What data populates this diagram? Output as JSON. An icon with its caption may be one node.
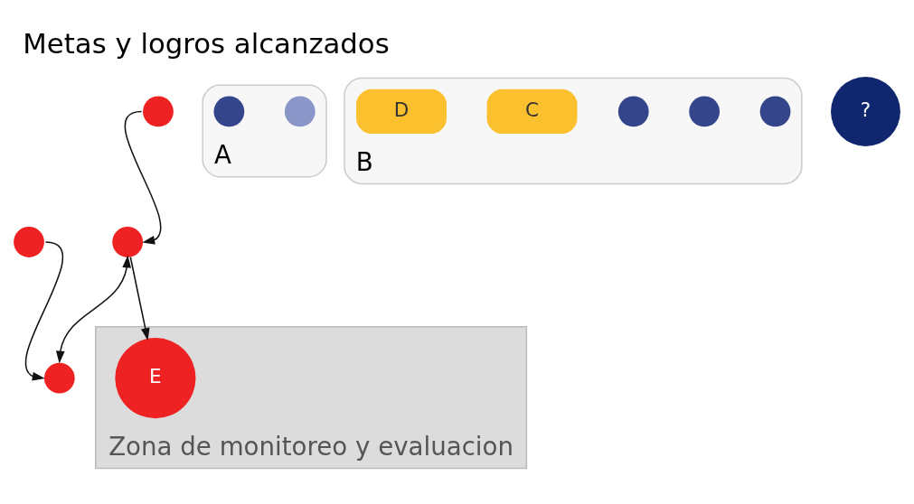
{
  "diagram": {
    "title": "Metas y logros alcanzados",
    "nodes": [
      {
        "text": [
          "Zona de monitoreo y evaluacion"
        ]
      },
      {
        "text": [
          "A"
        ]
      },
      {
        "text": [
          "B"
        ]
      },
      {
        "text": [
          "E"
        ],
        "in": 0
      },
      {
        "text": [],
        "shape": "circle"
      },
      {
        "text": [],
        "shape": "circle"
      },
      {
        "text": [],
        "shape": "circle"
      },
      {
        "text": [],
        "shape": "circle"
      },
      {
        "text": [],
        "shape": "circle",
        "in": 1
      },
      {
        "text": [],
        "shape": "circle",
        "in": 1
      },
      {
        "text": [],
        "shape": "circle",
        "in": 2
      },
      {
        "text": [],
        "shape": "circle",
        "in": 2
      },
      {
        "text": [],
        "shape": "circle",
        "in": 2
      },
      {
        "text": [
          "C"
        ],
        "in": 2
      },
      {
        "text": [
          "D"
        ],
        "in": 2
      },
      {
        "text": [
          "?"
        ]
      }
    ],
    "edges": [
      {
        "from": 4,
        "to": 3,
        "arrow": "to"
      },
      {
        "from": 5,
        "to": 4,
        "arrow": "to"
      },
      {
        "from": 4,
        "to": 7,
        "arrow": "both"
      },
      {
        "from": 6,
        "to": 7,
        "arrow": "to"
      }
    ]
  }
}
